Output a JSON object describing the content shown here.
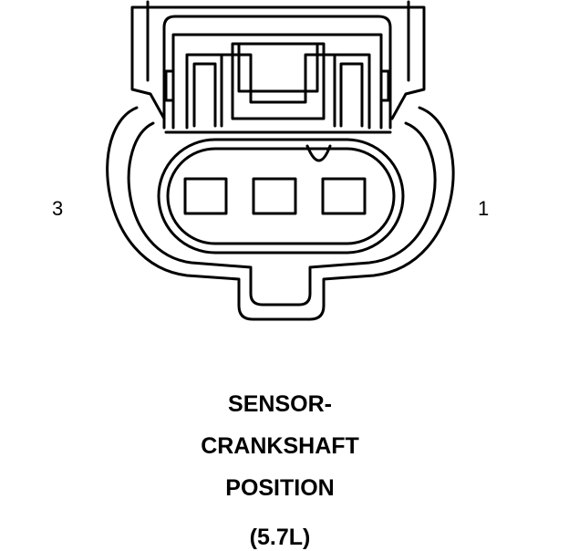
{
  "diagram": {
    "connector": {
      "cavity_count": 3,
      "pin_labels": {
        "left": "3",
        "right": "1"
      }
    },
    "caption": {
      "line1": "SENSOR-",
      "line2": "CRANKSHAFT",
      "line3": "POSITION",
      "line4": "(5.7L)"
    },
    "colors": {
      "stroke": "#000000",
      "background": "#ffffff"
    }
  }
}
